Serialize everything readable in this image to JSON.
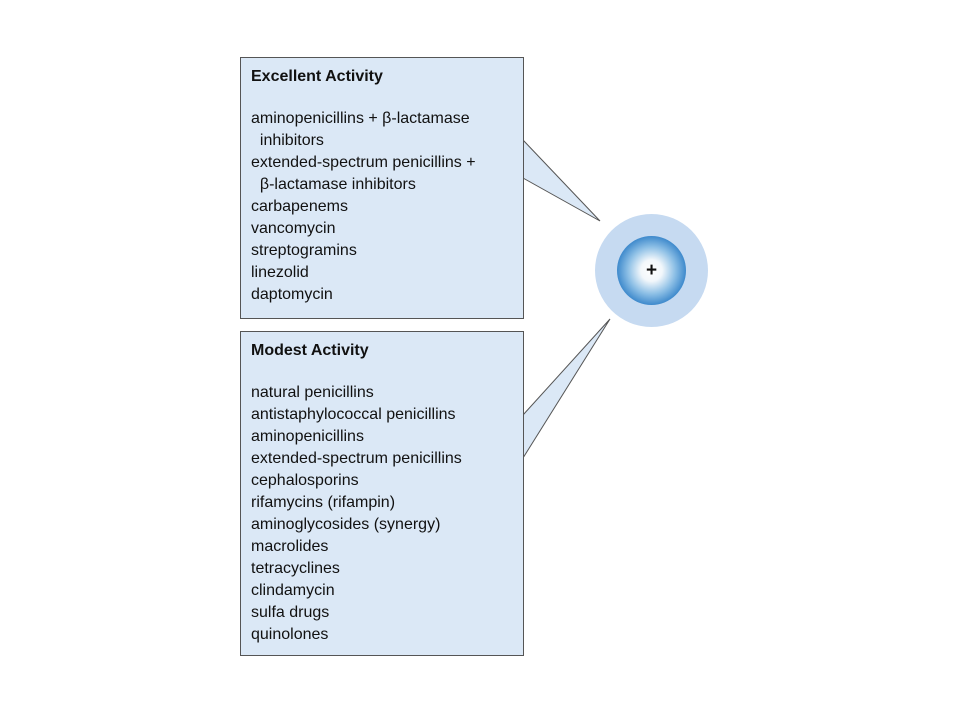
{
  "excellent": {
    "heading": "Excellent Activity",
    "items": [
      "aminopenicillins + β-lactamase",
      "  inhibitors",
      "extended-spectrum penicillins +",
      "  β-lactamase inhibitors",
      "carbapenems",
      "vancomycin",
      "streptogramins",
      "linezolid",
      "daptomycin"
    ]
  },
  "modest": {
    "heading": "Modest Activity",
    "items": [
      "natural penicillins",
      "antistaphylococcal penicillins",
      "aminopenicillins",
      "extended-spectrum penicillins",
      "cephalosporins",
      "rifamycins (rifampin)",
      "aminoglycosides (synergy)",
      "macrolides",
      "tetracyclines",
      "clindamycin",
      "sulfa drugs",
      "quinolones"
    ]
  },
  "organism": {
    "label": "+"
  },
  "colors": {
    "panel_fill": "#dbe8f6",
    "panel_border": "#555555",
    "organism_halo": "#c6daf1",
    "organism_core": "#2f7fc7"
  }
}
